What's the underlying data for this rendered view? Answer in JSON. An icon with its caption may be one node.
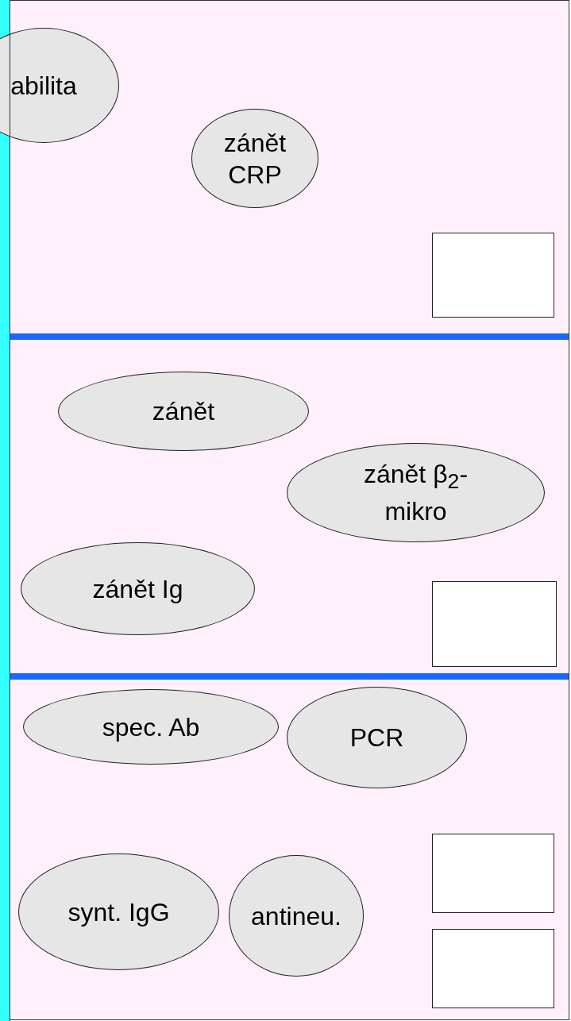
{
  "diagram": {
    "nodes": [
      {
        "text": [],
        "shape": "band"
      },
      {
        "text": [
          "abilita"
        ]
      },
      {
        "text": [
          "zánět CRP"
        ],
        "in": 0
      },
      {
        "text": [],
        "shape": "box",
        "in": 0
      },
      {
        "text": [],
        "shape": "band"
      },
      {
        "text": [
          "zánět"
        ],
        "in": 4
      },
      {
        "text": [
          "zánět β$_{2}$-mikro"
        ],
        "in": 4
      },
      {
        "text": [
          "zánět Ig"
        ],
        "in": 4
      },
      {
        "text": [],
        "shape": "box",
        "in": 4
      },
      {
        "text": [],
        "shape": "band"
      },
      {
        "text": [
          "spec. Ab"
        ],
        "in": 9
      },
      {
        "text": [
          "PCR"
        ],
        "in": 9
      },
      {
        "text": [],
        "shape": "box",
        "in": 9
      },
      {
        "text": [
          "synt. IgG"
        ],
        "in": 9
      },
      {
        "text": [
          "antineu."
        ],
        "in": 9
      },
      {
        "text": [],
        "shape": "box",
        "in": 9
      }
    ]
  }
}
